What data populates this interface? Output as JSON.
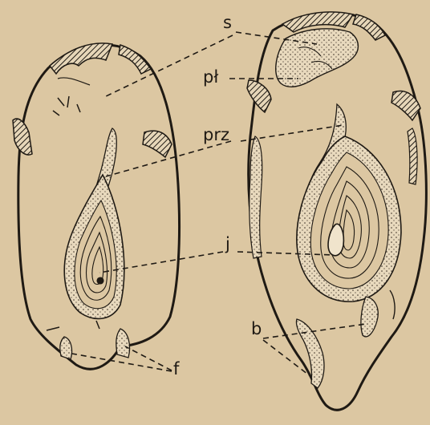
{
  "figure": {
    "labels": {
      "s": "s",
      "pl": "pł",
      "prz": "prz",
      "j": "j",
      "b": "b",
      "f": "f"
    },
    "colors": {
      "paper": "#dcc7a2",
      "ink": "#1f1a14",
      "stipple": "#e8d9bd"
    }
  }
}
